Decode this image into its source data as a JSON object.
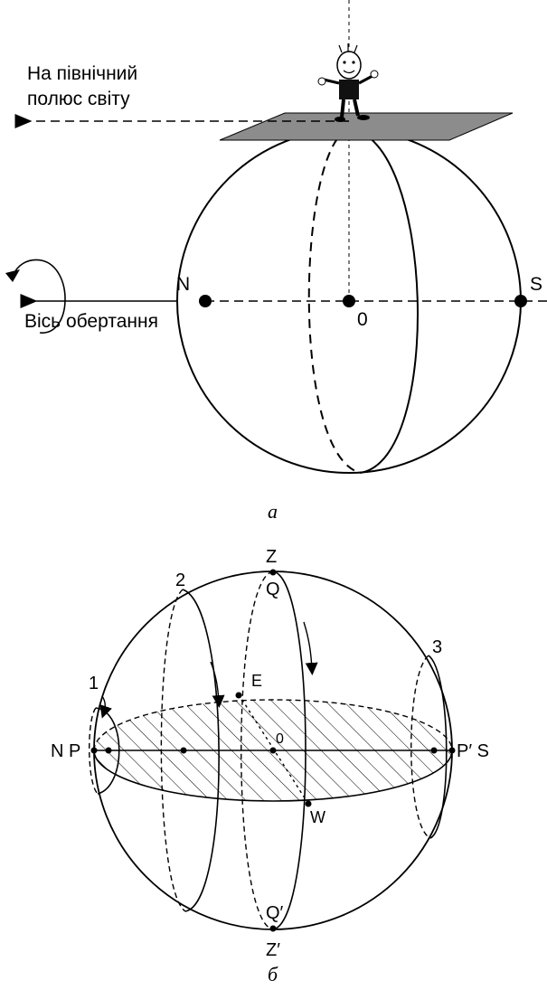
{
  "figure_a": {
    "arrow_label_line1": "На північний",
    "arrow_label_line2": "полюс світу",
    "axis_label": "Вісь обертання",
    "point_n": "N",
    "point_s": "S",
    "point_center": "0",
    "caption": "а"
  },
  "figure_b": {
    "point_z": "Z",
    "point_q": "Q",
    "point_e": "E",
    "point_o": "0",
    "point_w": "W",
    "point_q_prime": "Q′",
    "point_z_prime": "Z′",
    "point_np": "N P",
    "point_ps": "P′ S",
    "circle_1": "1",
    "circle_2": "2",
    "circle_3": "3",
    "caption": "б"
  }
}
